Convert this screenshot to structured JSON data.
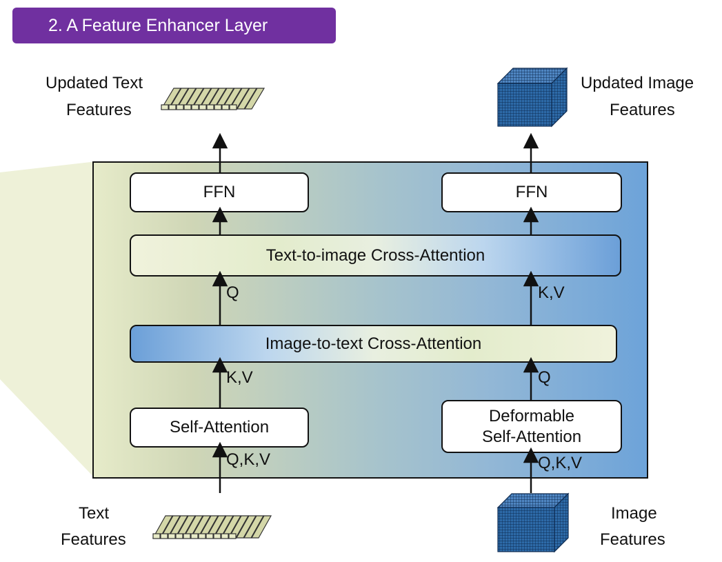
{
  "title": "2. A Feature Enhancer Layer",
  "outputs": {
    "text_line1": "Updated Text",
    "text_line2": "Features",
    "image_line1": "Updated Image",
    "image_line2": "Features"
  },
  "inputs": {
    "text_line1": "Text",
    "text_line2": "Features",
    "image_line1": "Image",
    "image_line2": "Features"
  },
  "blocks": {
    "ffn_left": "FFN",
    "ffn_right": "FFN",
    "text_to_image": "Text-to-image Cross-Attention",
    "image_to_text": "Image-to-text Cross-Attention",
    "self_attention": "Self-Attention",
    "deformable_line1": "Deformable",
    "deformable_line2": "Self-Attention"
  },
  "arrow_labels": {
    "q_left": "Q",
    "kv_right": "K,V",
    "kv_left": "K,V",
    "q_right": "Q",
    "qkv_left": "Q,K,V",
    "qkv_right": "Q,K,V"
  },
  "colors": {
    "title_bg": "#7030a0",
    "text_feature": "#d4d7a8",
    "image_feature": "#2d6aa8",
    "panel_left": "#e6ebc9",
    "panel_right": "#6da3d9"
  }
}
